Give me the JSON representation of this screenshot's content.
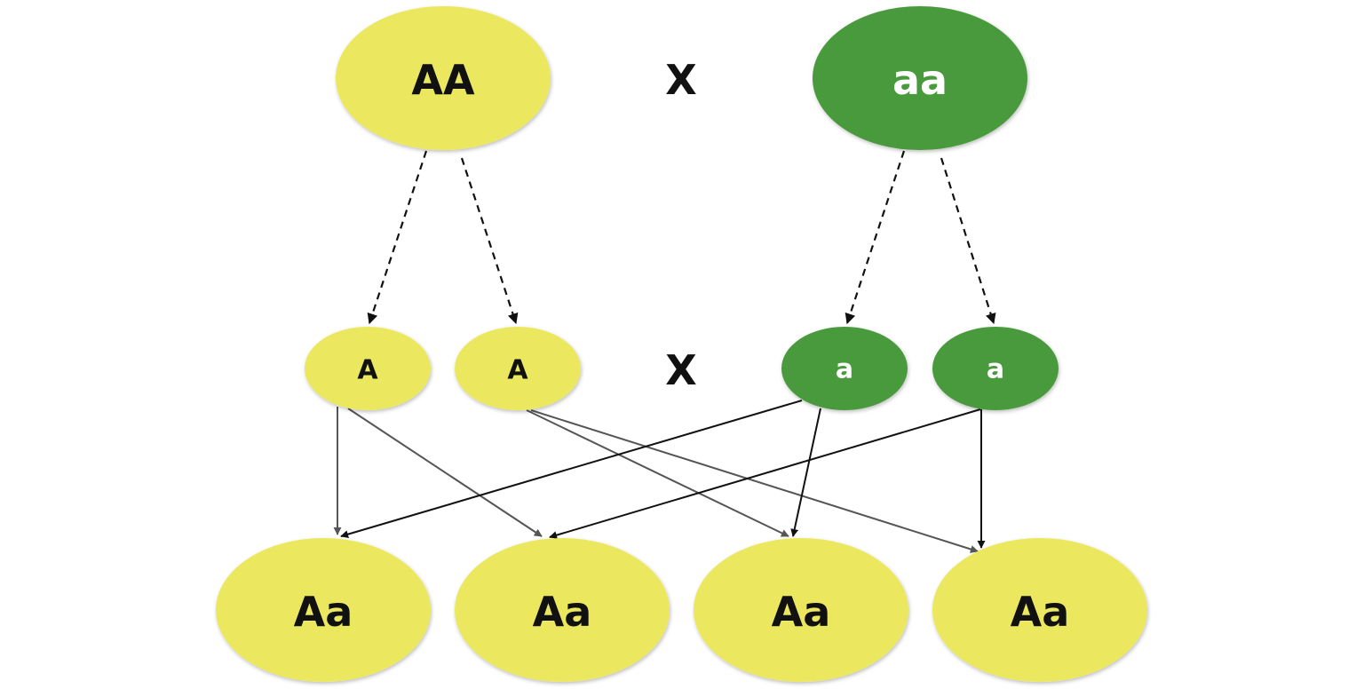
{
  "colors": {
    "dominant": "#ebe861",
    "recessive": "#4a993e",
    "dark_text": "#111111",
    "light_text": "#ffffff",
    "arrow_dark": "#111111",
    "arrow_gray": "#555555"
  },
  "parents": {
    "left": {
      "label": "AA",
      "trait": "dominant"
    },
    "cross_symbol": "X",
    "right": {
      "label": "aa",
      "trait": "recessive"
    }
  },
  "gametes": {
    "items": [
      {
        "label": "A",
        "trait": "dominant"
      },
      {
        "label": "A",
        "trait": "dominant"
      },
      {
        "label": "a",
        "trait": "recessive"
      },
      {
        "label": "a",
        "trait": "recessive"
      }
    ],
    "cross_symbol": "X"
  },
  "offspring": {
    "items": [
      {
        "label": "Aa",
        "trait": "dominant"
      },
      {
        "label": "Aa",
        "trait": "dominant"
      },
      {
        "label": "Aa",
        "trait": "dominant"
      },
      {
        "label": "Aa",
        "trait": "dominant"
      }
    ]
  }
}
